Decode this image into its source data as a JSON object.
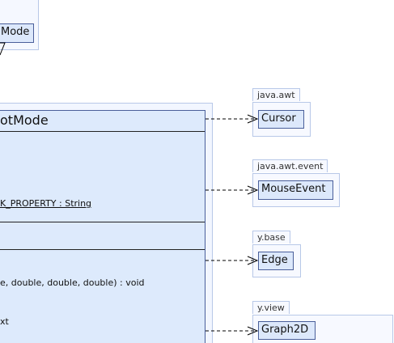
{
  "top_class": {
    "name": "Mode"
  },
  "main_class": {
    "name": "otMode",
    "attribute_text": "K_PROPERTY : String",
    "operation_1": "e, double, double, double) : void",
    "operation_2": "xt"
  },
  "dependencies": [
    {
      "package": "java.awt",
      "class": "Cursor"
    },
    {
      "package": "java.awt.event",
      "class": "MouseEvent"
    },
    {
      "package": "y.base",
      "class": "Edge"
    },
    {
      "package": "y.view",
      "class": "Graph2D"
    }
  ],
  "colors": {
    "class_fill": "#dce8fb",
    "class_border": "#4a5f9a",
    "package_border": "#b8c8e8",
    "edge": "#000000"
  }
}
